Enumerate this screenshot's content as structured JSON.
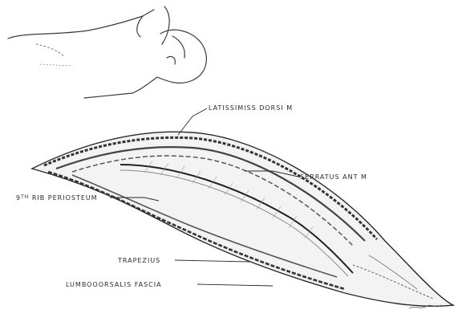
{
  "labels": {
    "latissimus": "LATISSIMISS DORSI M",
    "serratus": "SERRATUS ANT M",
    "rib_num": "9",
    "rib_sup": "TH",
    "rib_text": " RIB PERIOSTEUM",
    "trapezius": "TRAPEZIUS",
    "lumbodorsal": "LUMBOOORSALIS FASCIA"
  },
  "colors": {
    "ink": "#2a2a2a",
    "background": "#ffffff"
  }
}
